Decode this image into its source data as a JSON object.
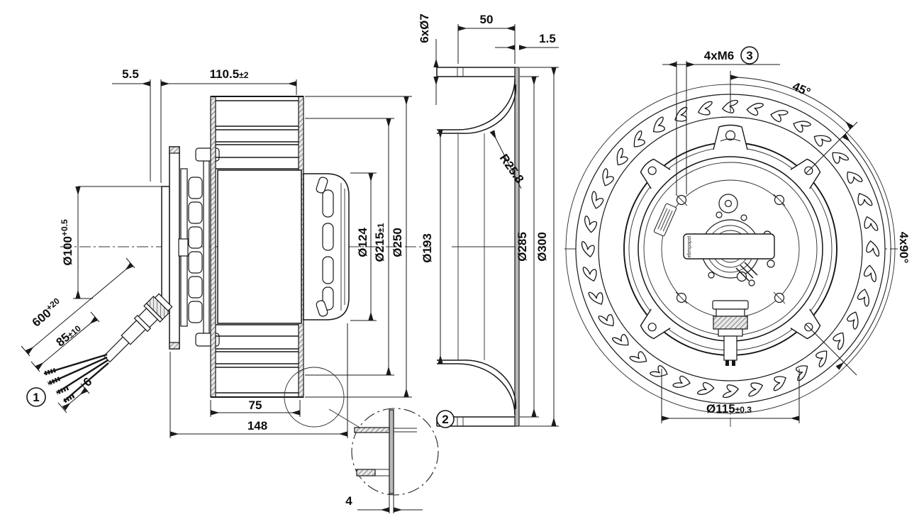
{
  "drawing": {
    "callouts": {
      "one": "1",
      "two": "2",
      "three": "3"
    },
    "brand_label": "ebmpapst",
    "side_view": {
      "dim_flange_offset": "5.5",
      "dim_impeller_width_main": "110.5",
      "dim_impeller_width_tol": "±2",
      "dim_spigot_dia_main": "Ø100",
      "dim_spigot_dia_tol": "+0.5",
      "dim_cable_length_main": "600",
      "dim_cable_length_tol": "+20",
      "dim_wire_length_main": "85",
      "dim_wire_length_tol": "±10",
      "dim_strip_length": "6",
      "dim_impeller_depth": "75",
      "dim_total_depth": "148",
      "dim_cap_dia": "Ø124",
      "dim_blade_ring_dia_main": "Ø215",
      "dim_blade_ring_dia_tol": "±1",
      "dim_impeller_dia": "Ø250"
    },
    "section_view": {
      "dim_holes": "6xØ7",
      "dim_bell_depth": "50",
      "dim_plate_thickness": "1.5",
      "dim_bell_radius": "R25.8",
      "dim_inlet_dia": "Ø193",
      "dim_ring_dia": "Ø285",
      "dim_outer_dia": "Ø300"
    },
    "front_view": {
      "dim_mount_thread": "4xM6",
      "dim_tab_angle": "45°",
      "dim_tab_spacing": "4x90°",
      "dim_bolt_circle_main": "Ø115",
      "dim_bolt_circle_tol": "±0.3"
    },
    "detail_view": {
      "dim_plate_thickness": "4"
    }
  }
}
